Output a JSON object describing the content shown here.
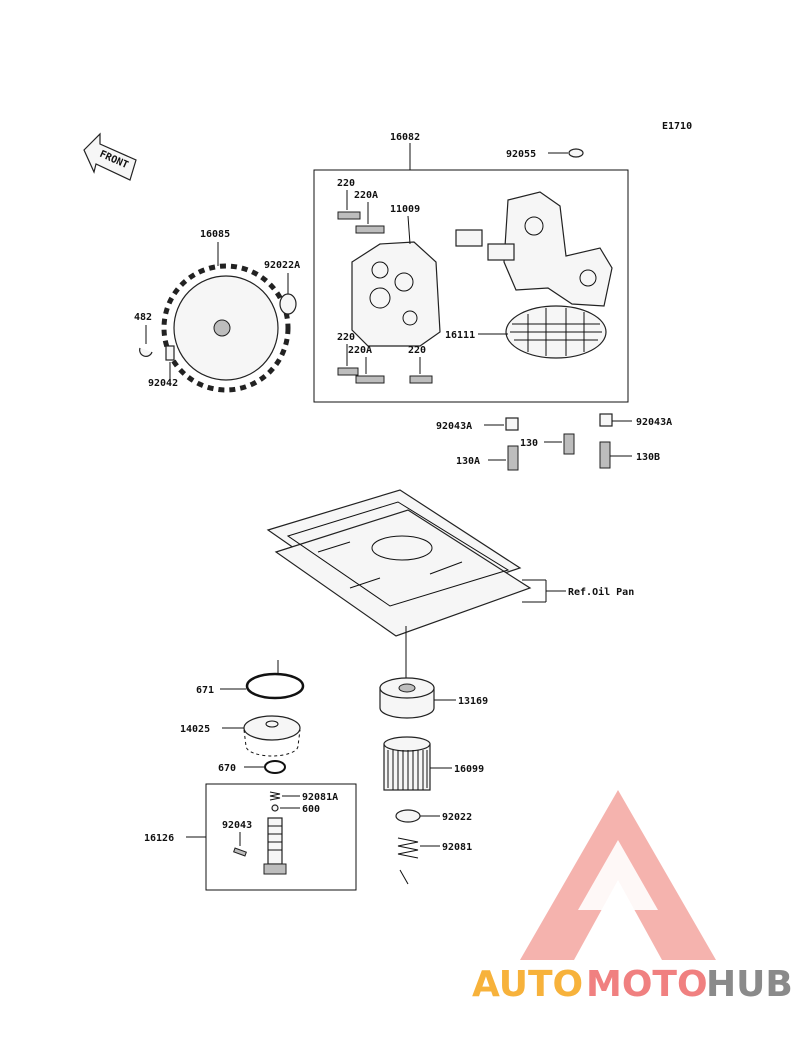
{
  "diagram_code": "E1710",
  "front_label": "FRONT",
  "watermark": {
    "part1": "AUTO",
    "part2": "MOTO",
    "part3": "HUB",
    "color_orange": "#f7b23b",
    "color_red": "#f08080",
    "color_gray": "#8a8a8a"
  },
  "labels": {
    "p16082": "16082",
    "p92055": "92055",
    "p220_a": "220",
    "p220A_a": "220A",
    "p11009": "11009",
    "p16085": "16085",
    "p92022A": "92022A",
    "p482": "482",
    "p92042": "92042",
    "p16111": "16111",
    "p220_b": "220",
    "p220A_b": "220A",
    "p220_c": "220",
    "p92043A_l": "92043A",
    "p92043A_r": "92043A",
    "p130": "130",
    "p130A": "130A",
    "p130B": "130B",
    "ref_oil_pan": "Ref.Oil Pan",
    "p671": "671",
    "p13169": "13169",
    "p14025": "14025",
    "p16099": "16099",
    "p670": "670",
    "p92081A": "92081A",
    "p600": "600",
    "p92043": "92043",
    "p16126": "16126",
    "p92022": "92022",
    "p92081": "92081"
  }
}
